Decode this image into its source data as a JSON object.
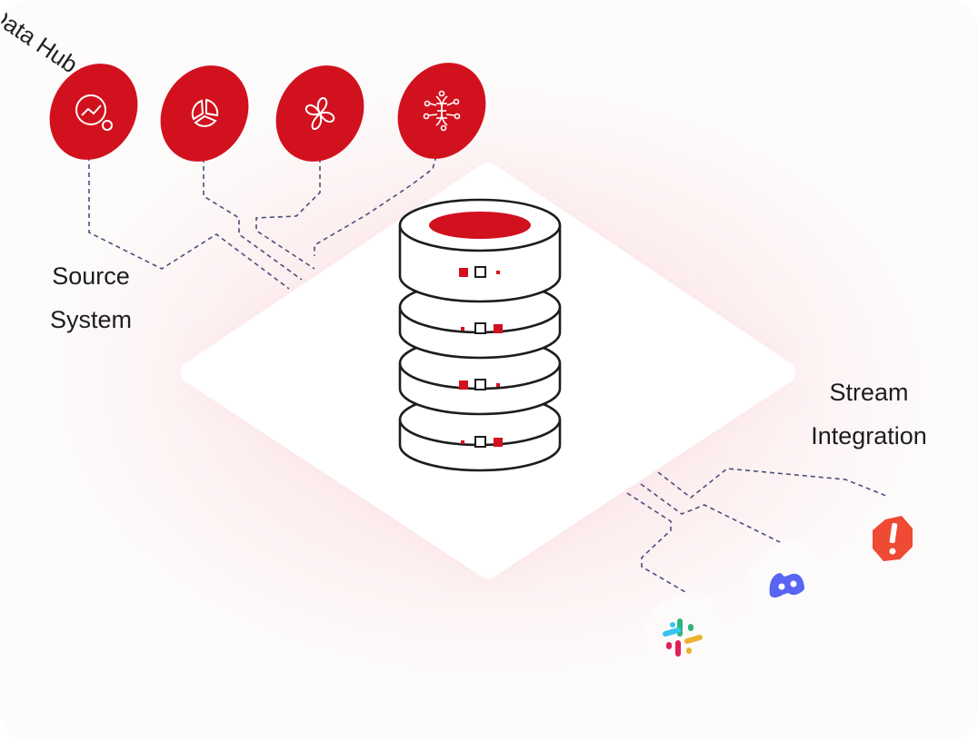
{
  "labels": {
    "source_system": [
      "Source",
      "System"
    ],
    "stream_integration": [
      "Stream",
      "Integration"
    ],
    "data_hub": "Data Hub"
  },
  "source_icons": [
    "analytics-search-icon",
    "pie-chart-icon",
    "fan-icon",
    "network-dna-icon"
  ],
  "stream_icons": [
    "slack-icon",
    "discord-icon",
    "alert-icon"
  ],
  "colors": {
    "brand_red": "#d2111e",
    "line": "#4a4f7a",
    "discord": "#5865f2",
    "alert": "#ef4a33"
  }
}
